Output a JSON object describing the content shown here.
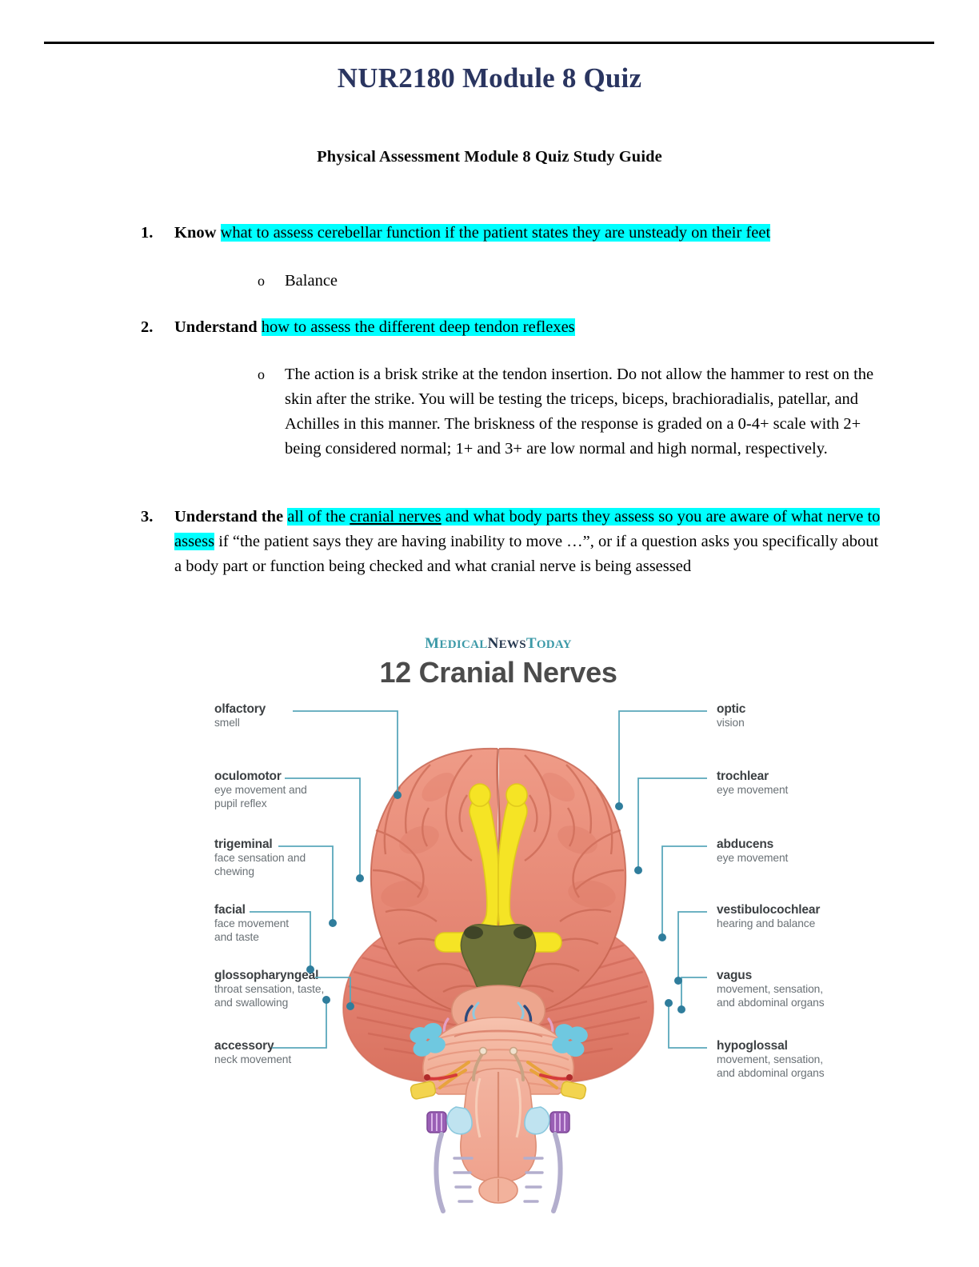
{
  "document": {
    "title": "NUR2180 Module 8 Quiz",
    "subtitle": "Physical Assessment Module 8 Quiz Study Guide"
  },
  "items": [
    {
      "number": "1.",
      "lead": "Know ",
      "highlight": "what to assess cerebellar function if the patient states they are unsteady on their feet",
      "sub_bullet": "o",
      "sub_text": "Balance"
    },
    {
      "number": "2.",
      "lead": "Understand ",
      "highlight": "how to assess the different deep tendon reflexes",
      "sub_bullet": "o",
      "sub_text": "The action is a brisk strike at the tendon insertion. Do not allow the hammer to rest on the skin after the strike. You will be testing the triceps, biceps, brachioradialis, patellar, and Achilles in this manner. The briskness of the response is graded on a 0-4+ scale with 2+ being considered normal; 1+ and 3+ are low normal and high normal, respectively."
    },
    {
      "number": "3.",
      "lead": "Understand the ",
      "highlight_a": "all of the ",
      "highlight_underline": "cranial nerves",
      "highlight_b": " and what body parts they assess so you are aware of what nerve to assess",
      "tail": " if “the patient says they are having inability to move …”, or if a question asks you specifically about a body part or function being checked and what cranial nerve is being assessed"
    }
  ],
  "infographic": {
    "brand": {
      "part1": "M",
      "part1_rest": "EDICAL",
      "part2": "N",
      "part2_rest": "EWS",
      "part3": "T",
      "part3_rest": "ODAY"
    },
    "title": "12 Cranial Nerves",
    "colors": {
      "leader_line": "#5aa8bb",
      "dot": "#2f7d9c",
      "brain_primary": "#e8897a",
      "brain_light": "#f0a191",
      "olfactory_yellow": "#f5e425",
      "optic_chiasm": "#6e7239",
      "nerve_blue": "#6fc8e0"
    },
    "labels_left": [
      {
        "name": "olfactory",
        "desc": [
          "smell"
        ]
      },
      {
        "name": "oculomotor",
        "desc": [
          "eye movement and",
          "pupil reflex"
        ]
      },
      {
        "name": "trigeminal",
        "desc": [
          "face sensation and",
          "chewing"
        ]
      },
      {
        "name": "facial",
        "desc": [
          "face movement",
          "and taste"
        ]
      },
      {
        "name": "glossopharyngeal",
        "desc": [
          "throat sensation, taste,",
          "and swallowing"
        ]
      },
      {
        "name": "accessory",
        "desc": [
          "neck movement"
        ]
      }
    ],
    "labels_right": [
      {
        "name": "optic",
        "desc": [
          "vision"
        ]
      },
      {
        "name": "trochlear",
        "desc": [
          "eye movement"
        ]
      },
      {
        "name": "abducens",
        "desc": [
          "eye movement"
        ]
      },
      {
        "name": "vestibulocochlear",
        "desc": [
          "hearing and balance"
        ]
      },
      {
        "name": "vagus",
        "desc": [
          "movement, sensation,",
          "and abdominal organs"
        ]
      },
      {
        "name": "hypoglossal",
        "desc": [
          "movement, sensation,",
          "and abdominal organs"
        ]
      }
    ]
  }
}
